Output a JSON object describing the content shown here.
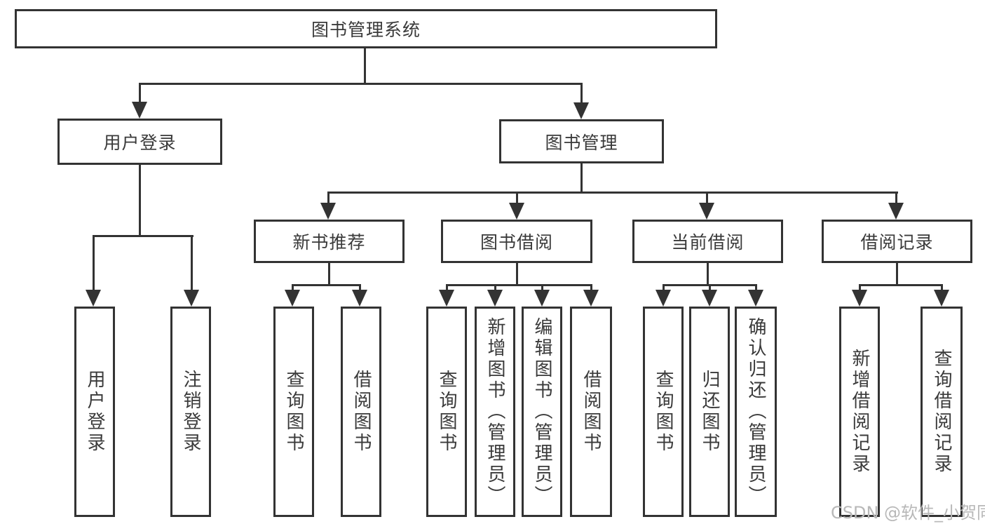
{
  "tree": {
    "root": {
      "label": "图书管理系统",
      "children": [
        {
          "label": "用户登录",
          "children": [
            {
              "label": "用户登录"
            },
            {
              "label": "注销登录"
            }
          ]
        },
        {
          "label": "图书管理",
          "children": [
            {
              "label": "新书推荐",
              "children": [
                {
                  "label": "查询图书"
                },
                {
                  "label": "借阅图书"
                }
              ]
            },
            {
              "label": "图书借阅",
              "children": [
                {
                  "label": "查询图书"
                },
                {
                  "label": "新增图书（管理员）"
                },
                {
                  "label": "编辑图书（管理员）"
                },
                {
                  "label": "借阅图书"
                }
              ]
            },
            {
              "label": "当前借阅",
              "children": [
                {
                  "label": "查询图书"
                },
                {
                  "label": "归还图书"
                },
                {
                  "label": "确认归还（管理员）"
                }
              ]
            },
            {
              "label": "借阅记录",
              "children": [
                {
                  "label": "新增借阅记录"
                },
                {
                  "label": "查询借阅记录"
                }
              ]
            }
          ]
        }
      ]
    }
  },
  "watermark": {
    "text": "CSDN @软件_小贺同学"
  },
  "colors": {
    "line": "#333333",
    "text": "#3a3a3a",
    "background": "#ffffff",
    "watermark": "#b8b8b8"
  }
}
